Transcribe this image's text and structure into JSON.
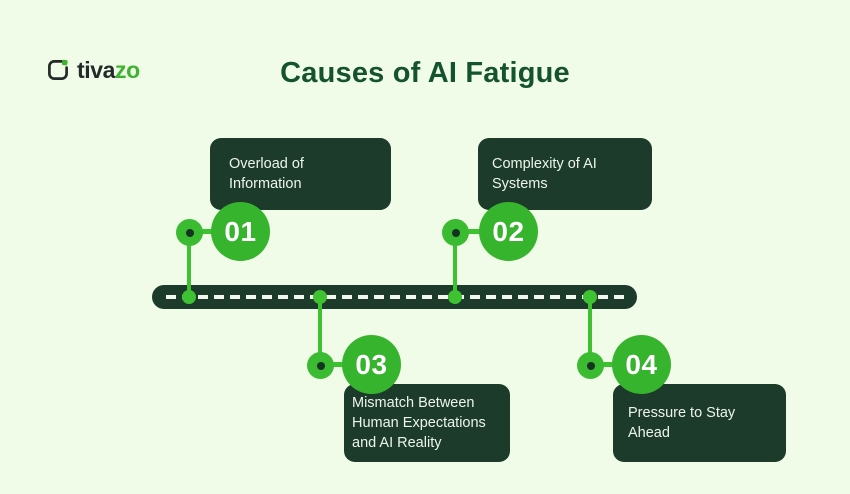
{
  "brand": {
    "name_dark": "tiva",
    "name_green": "zo"
  },
  "header": {
    "title": "Causes of AI Fatigue"
  },
  "milestones": [
    {
      "number": "01",
      "label": "Overload of\nInformation"
    },
    {
      "number": "02",
      "label": "Complexity of AI\nSystems"
    },
    {
      "number": "03",
      "label": "Mismatch Between\nHuman Expectations\nand AI Reality"
    },
    {
      "number": "04",
      "label": "Pressure to Stay\nAhead"
    }
  ],
  "colors": {
    "background": "#f0fbe8",
    "dark_green": "#1c3b2b",
    "circle_green": "#37b42d",
    "line_green": "#3fc232",
    "title_green": "#14532d",
    "label_text": "#edf5ea"
  }
}
